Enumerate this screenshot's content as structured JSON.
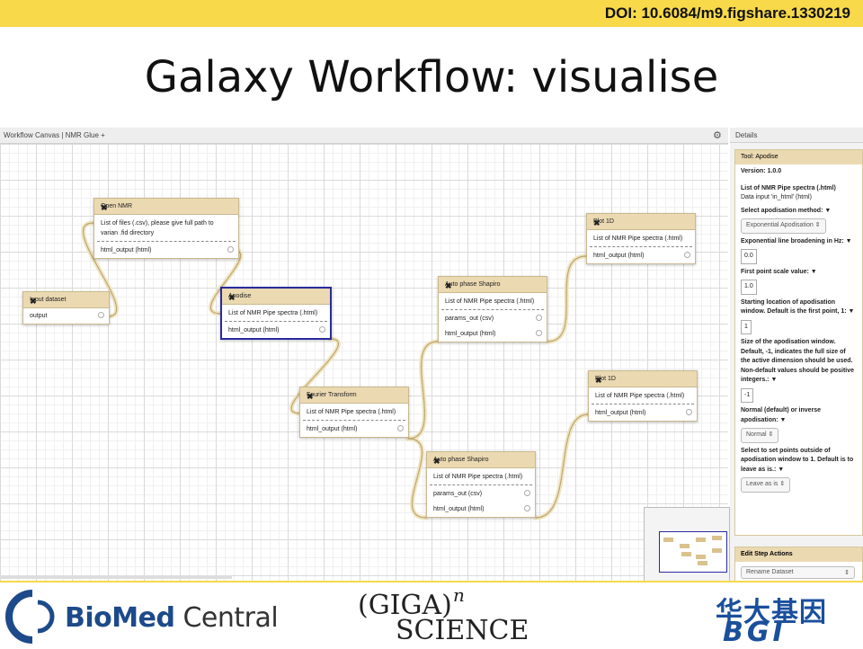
{
  "doi": "DOI: 10.6084/m9.figshare.1330219",
  "slide_title": "Galaxy Workflow: visualise",
  "canvas": {
    "title": "Workflow Canvas | NMR Glue +",
    "icon": "gear-icon"
  },
  "nodes": {
    "open_nmr": {
      "title": "Open NMR",
      "input": "List of files (.csv), please give full path to varian .fid directory",
      "outputs": [
        "html_output (html)"
      ]
    },
    "input_dataset": {
      "title": "Input dataset",
      "outputs": [
        "output"
      ]
    },
    "apodise": {
      "title": "Apodise",
      "input": "List of NMR Pipe spectra (.html)",
      "outputs": [
        "html_output (html)"
      ]
    },
    "fourier": {
      "title": "Fourier Transform",
      "input": "List of NMR Pipe spectra (.html)",
      "outputs": [
        "html_output (html)"
      ]
    },
    "auto_phase_1": {
      "title": "Auto phase Shapiro",
      "input": "List of NMR Pipe spectra (.html)",
      "outputs": [
        "params_out (csv)",
        "html_output (html)"
      ]
    },
    "auto_phase_2": {
      "title": "Auto phase Shapiro",
      "input": "List of NMR Pipe spectra (.html)",
      "outputs": [
        "params_out (csv)",
        "html_output (html)"
      ]
    },
    "plot_1": {
      "title": "Plot 1D",
      "input": "List of NMR Pipe spectra (.html)",
      "outputs": [
        "html_output (html)"
      ]
    },
    "plot_2": {
      "title": "Plot 1D",
      "input": "List of NMR Pipe spectra (.html)",
      "outputs": [
        "html_output (html)"
      ]
    }
  },
  "close_glyph": "✖",
  "details": {
    "header": "Details",
    "tool_title": "Tool: Apodise",
    "version": "Version: 1.0.0",
    "input_label": "List of NMR Pipe spectra (.html)",
    "input_desc": "Data input 'in_html' (html)",
    "method_label": "Select apodisation method: ▼",
    "method_value": "Exponential Apodisation",
    "broadening_label": "Exponential line broadening in Hz: ▼",
    "broadening_value": "0.0",
    "first_point_label": "First point scale value: ▼",
    "first_point_value": "1.0",
    "start_label": "Starting location of apodisation window. Default is the first point, 1: ▼",
    "start_value": "1",
    "size_label": "Size of the apodisation window. Default, -1, indicates the full size of the active dimension should be used. Non-default values should be positive integers.: ▼",
    "size_value": "-1",
    "normal_label": "Normal (default) or inverse apodisation: ▼",
    "normal_value": "Normal",
    "outside_label": "Select to set points outside of apodisation window to 1. Default is to leave as is.: ▼",
    "outside_value": "Leave as is",
    "edit_title": "Edit Step Actions",
    "rename_value": "Rename Dataset"
  },
  "logos": {
    "biomed_bold": "BioMed",
    "biomed_rest": " Central",
    "giga_top": "(GIGA)",
    "giga_n": "n",
    "giga_bottom": "SCIENCE",
    "bgi_cn": "华大基因",
    "bgi_en": "BGI"
  },
  "colors": {
    "accent_yellow": "#f7d94a",
    "node_header": "#ebd9b2",
    "selected_border": "#2a2a9e",
    "biomed_blue": "#1c4a8a",
    "bgi_blue": "#1a4f9c"
  }
}
